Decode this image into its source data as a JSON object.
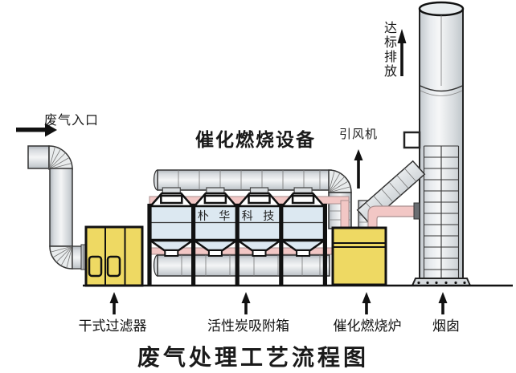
{
  "labels": {
    "inlet": "废气入口",
    "equipment_title": "催化燃烧设备",
    "fan": "引风机",
    "emission": "达标排放",
    "brand_left": "朴 华",
    "brand_right": "科 技",
    "dry_filter": "干式过滤器",
    "adsorption_box": "活性炭吸附箱",
    "catalytic_furnace": "催化燃烧炉",
    "chimney": "烟囱",
    "diagram_title": "废气处理工艺流程图"
  },
  "icons": {
    "inlet_arrow": "right-arrow",
    "fan_arrow": "up-arrow",
    "emission_arrow": "up-arrow",
    "dry_filter_arrow": "up-arrow",
    "adsorber_arrow": "up-arrow",
    "furnace_arrow": "up-arrow",
    "chimney_arrow": "up-arrow"
  },
  "colors": {
    "equipment-yellow": "#eed963",
    "adsorber-blue": "#dce8f1",
    "pipe-pink": "#f2c7c5",
    "line-black": "#111111",
    "duct-gray-light": "#f4f5f6",
    "duct-gray-dark": "#b4bac0"
  }
}
